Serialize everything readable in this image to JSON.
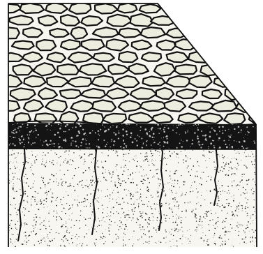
{
  "figure": {
    "colors": {
      "paper": "#f7f6f1",
      "ink": "#111111",
      "plate_fill": "#ededdf",
      "crust_dark": "#141414",
      "soil_speckle": "#2a2a2a"
    },
    "icons": {
      "surface": "cracked-mud-plates",
      "crust": "dark-topsoil-band",
      "subsoil": "speckled-subsoil-block",
      "cracks": "vertical-desiccation-cracks"
    }
  }
}
